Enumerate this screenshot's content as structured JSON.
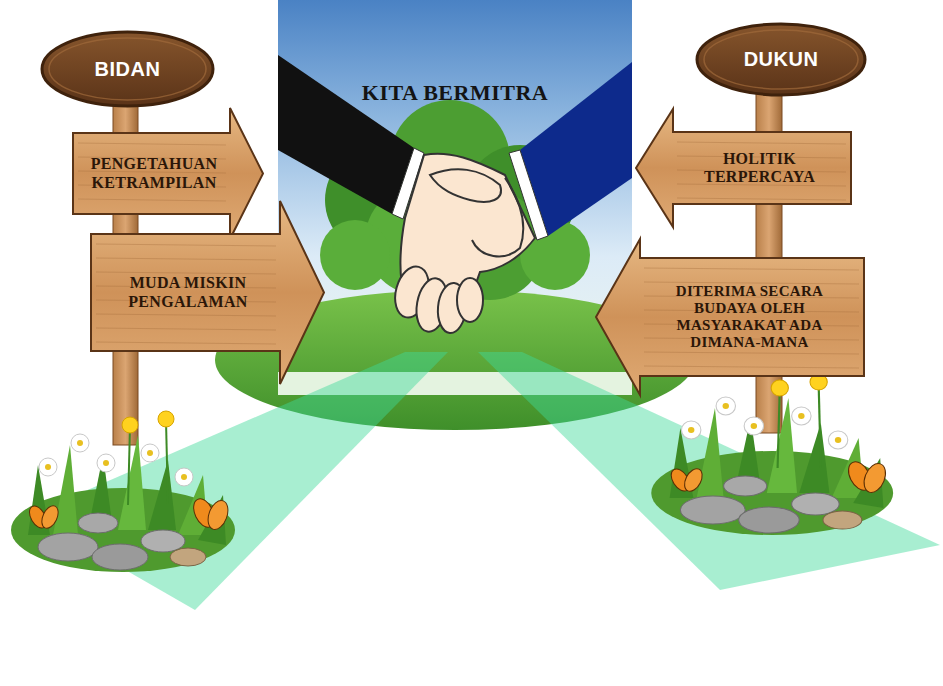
{
  "diagram": {
    "nodes": [
      {
        "text": [
          "BIDAN"
        ]
      },
      {
        "text": [
          "PENGETAHUAN KETRAMPILAN"
        ]
      },
      {
        "text": [
          "MUDA MISKIN PENGALAMAN"
        ]
      },
      {
        "text": [
          "KITA BERMITRA"
        ]
      },
      {
        "text": [
          "DUKUN"
        ]
      },
      {
        "text": [
          "HOLITIK TERPERCAYA"
        ]
      },
      {
        "text": [
          "DITERIMA SECARA BUDAYA OLEH MASYARAKAT ADA DIMANA-MANA"
        ]
      }
    ]
  }
}
